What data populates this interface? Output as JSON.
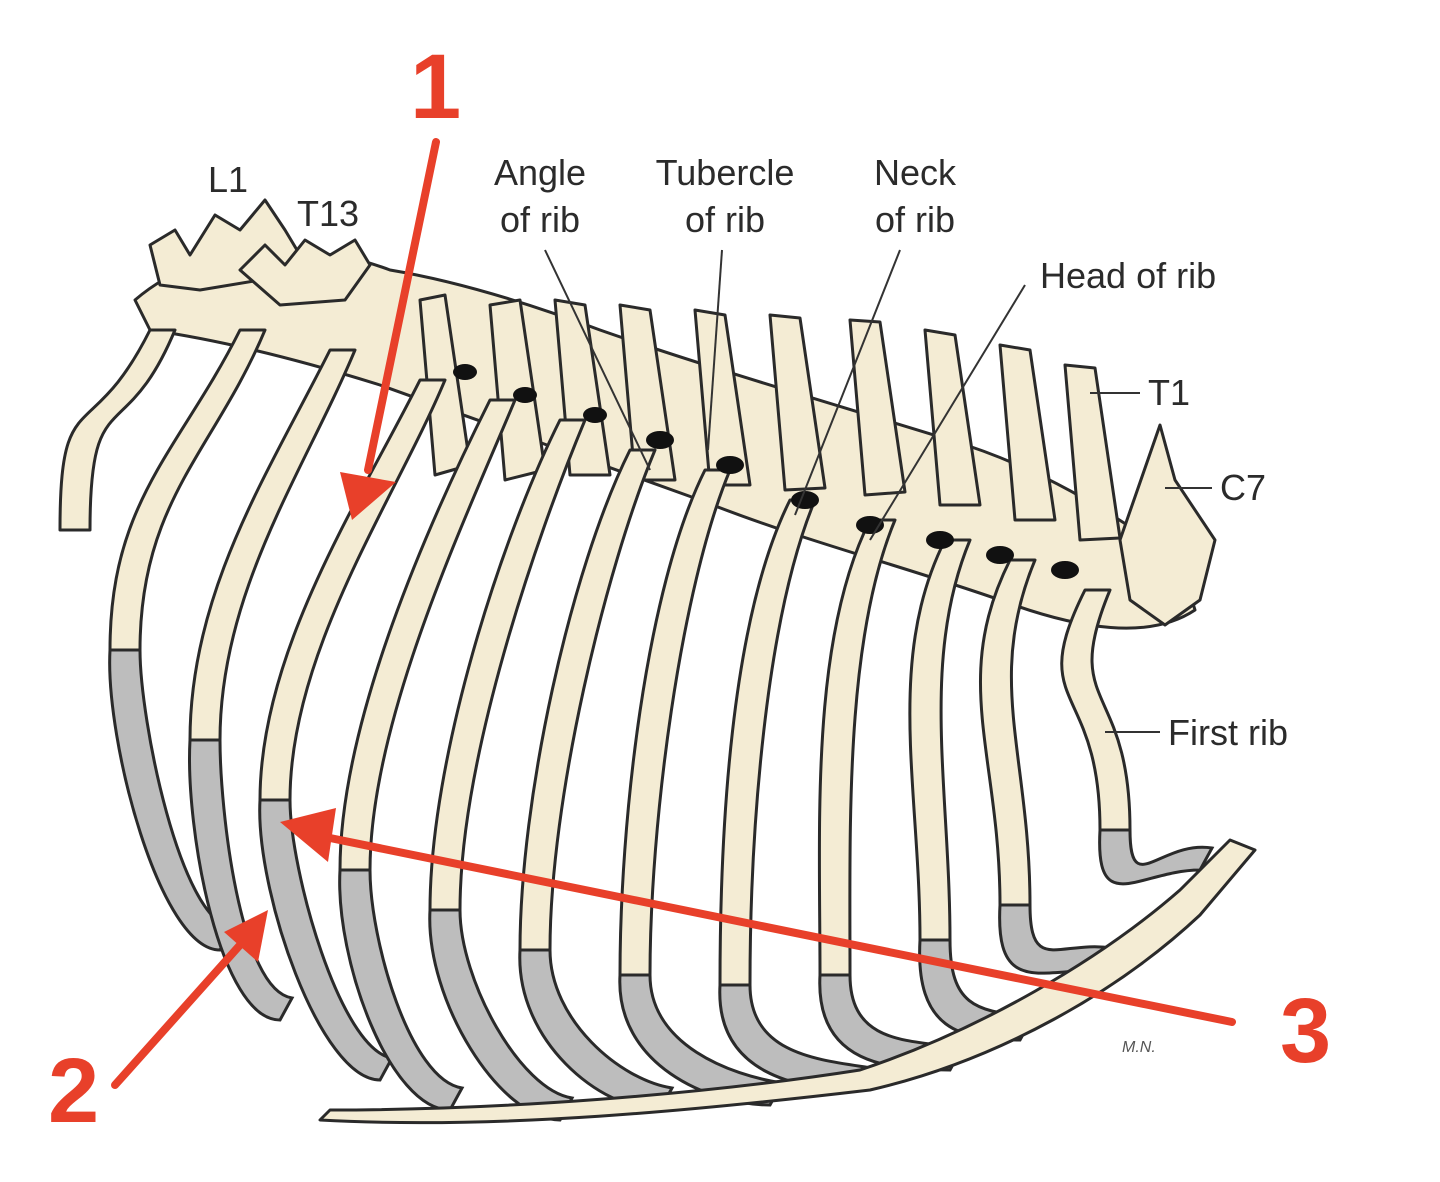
{
  "labels": {
    "l1": "L1",
    "t13": "T13",
    "angle_line1": "Angle",
    "angle_line2": "of rib",
    "tubercle_line1": "Tubercle",
    "tubercle_line2": "of rib",
    "neck_line1": "Neck",
    "neck_line2": "of rib",
    "head": "Head of rib",
    "t1": "T1",
    "c7": "C7",
    "first_rib": "First rib"
  },
  "markers": {
    "one": "1",
    "two": "2",
    "three": "3"
  },
  "signature": "M.N.",
  "colors": {
    "marker": "#e8402a",
    "bone": "#f4ecd4",
    "cartilage": "#bdbdbd",
    "outline": "#2a2a2a"
  }
}
